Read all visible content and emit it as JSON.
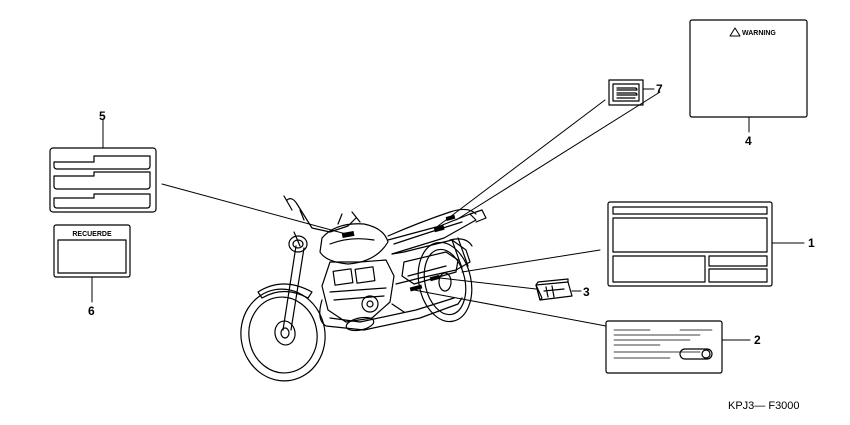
{
  "labels": {
    "warning_text": "WARNING",
    "recuerde_text": "RECUERDE"
  },
  "callouts": {
    "c1": "1",
    "c2": "2",
    "c3": "3",
    "c4": "4",
    "c5": "5",
    "c6": "6",
    "c7": "7"
  },
  "diagram_code": "KPJ3— F3000",
  "colors": {
    "ink": "#000000",
    "paper": "#ffffff"
  },
  "icons": {
    "warning": "warning-triangle-icon"
  }
}
